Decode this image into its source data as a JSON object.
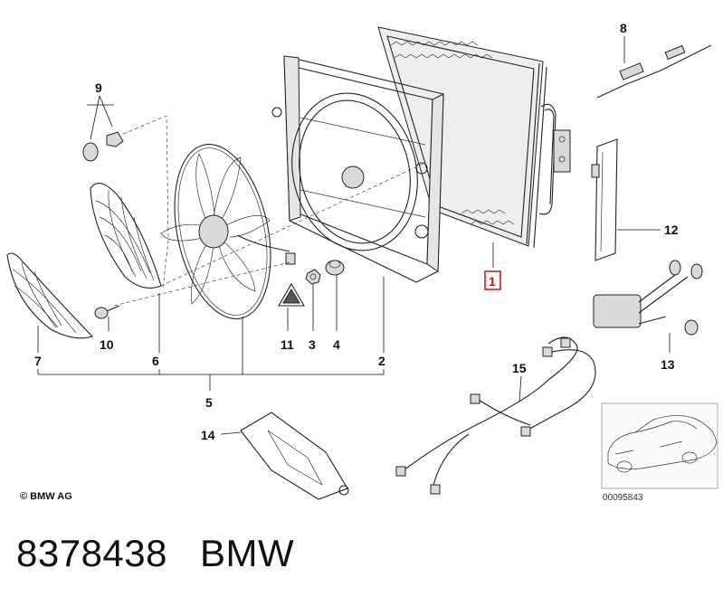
{
  "diagram": {
    "labels": {
      "l1": "1",
      "l2": "2",
      "l3": "3",
      "l4": "4",
      "l5": "5",
      "l6": "6",
      "l7": "7",
      "l8": "8",
      "l9": "9",
      "l10": "10",
      "l11": "11",
      "l12": "12",
      "l13": "13",
      "l14": "14",
      "l15": "15"
    },
    "highlighted_label": "1",
    "highlight_color": "#cc1111",
    "copyright": "© BMW AG",
    "thumbnail_id": "00095843"
  },
  "footer": {
    "part_number": "8378438",
    "brand": "BMW"
  }
}
